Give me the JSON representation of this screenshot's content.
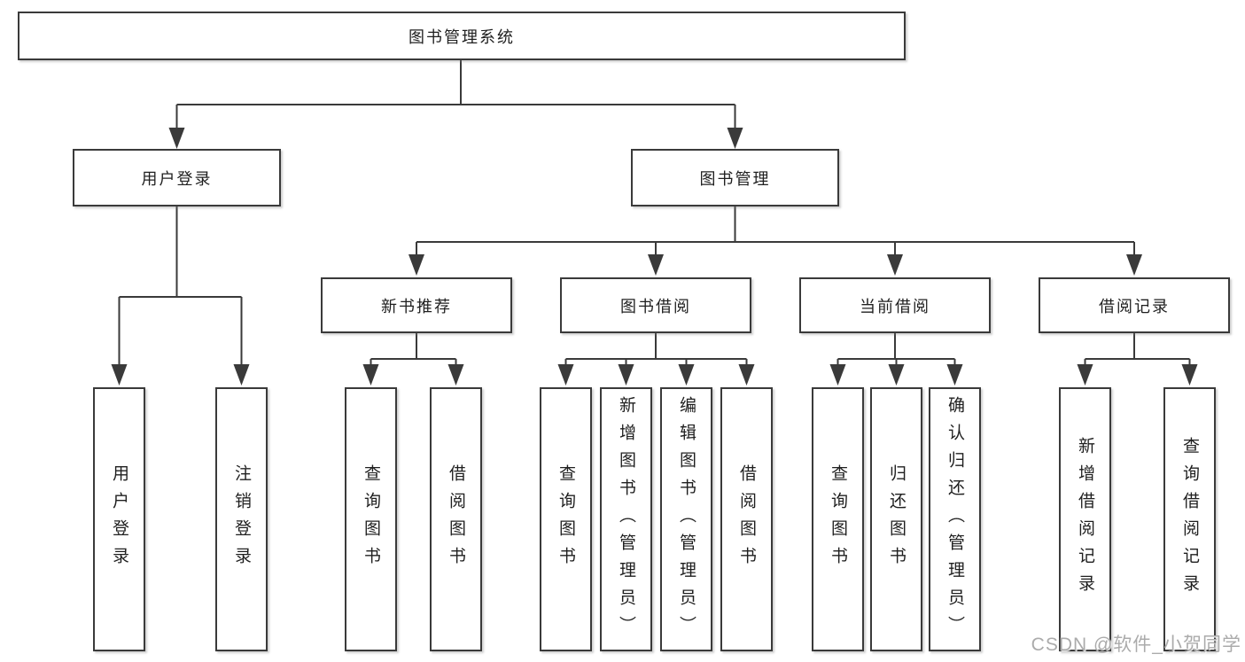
{
  "diagram": {
    "root": {
      "label": "图书管理系统"
    },
    "branches": [
      {
        "label": "用户登录",
        "children": [
          {
            "label": "用户登录"
          },
          {
            "label": "注销登录"
          }
        ]
      },
      {
        "label": "图书管理",
        "children": [
          {
            "label": "新书推荐",
            "children": [
              {
                "label": "查询图书"
              },
              {
                "label": "借阅图书"
              }
            ]
          },
          {
            "label": "图书借阅",
            "children": [
              {
                "label": "查询图书"
              },
              {
                "label": "新增图书（管理员）"
              },
              {
                "label": "编辑图书（管理员）"
              },
              {
                "label": "借阅图书"
              }
            ]
          },
          {
            "label": "当前借阅",
            "children": [
              {
                "label": "查询图书"
              },
              {
                "label": "归还图书"
              },
              {
                "label": "确认归还（管理员）"
              }
            ]
          },
          {
            "label": "借阅记录",
            "children": [
              {
                "label": "新增借阅记录"
              },
              {
                "label": "查询借阅记录"
              }
            ]
          }
        ]
      }
    ],
    "watermark": "CSDN @软件_小贺同学",
    "colors": {
      "line": "#3a3a3a",
      "text": "#1f1f1f",
      "box_background": "#ffffff",
      "watermark": "#ababab",
      "background": "#ffffff"
    }
  }
}
